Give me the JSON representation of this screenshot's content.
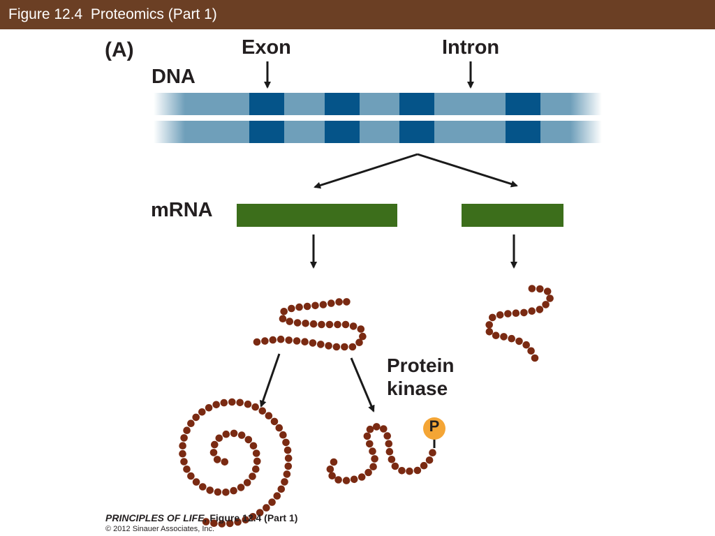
{
  "header": {
    "title": "Figure 12.4  Proteomics (Part 1)",
    "bg_color": "#6b3f24"
  },
  "figure": {
    "panel_label": "(A)",
    "exon_label": "Exon",
    "intron_label": "Intron",
    "dna_label": "DNA",
    "mrna_label": "mRNA",
    "kinase_label_line1": "Protein",
    "kinase_label_line2": "kinase",
    "phosphate_label": "P"
  },
  "footer": {
    "book_title": "PRINCIPLES OF LIFE,",
    "figure_ref": " Figure 12.4 (Part 1)",
    "copyright": "© 2012 Sinauer Associates, Inc."
  },
  "colors": {
    "dna_intron": "#6f9fba",
    "dna_exon": "#055489",
    "mrna": "#3c6e1b",
    "amino_acid": "#7a2a12",
    "phosphate": "#f4a535",
    "arrow": "#1a1a1a"
  },
  "icons": [
    "down-arrow-icon",
    "amino-acid-bead-icon",
    "phosphate-icon"
  ]
}
